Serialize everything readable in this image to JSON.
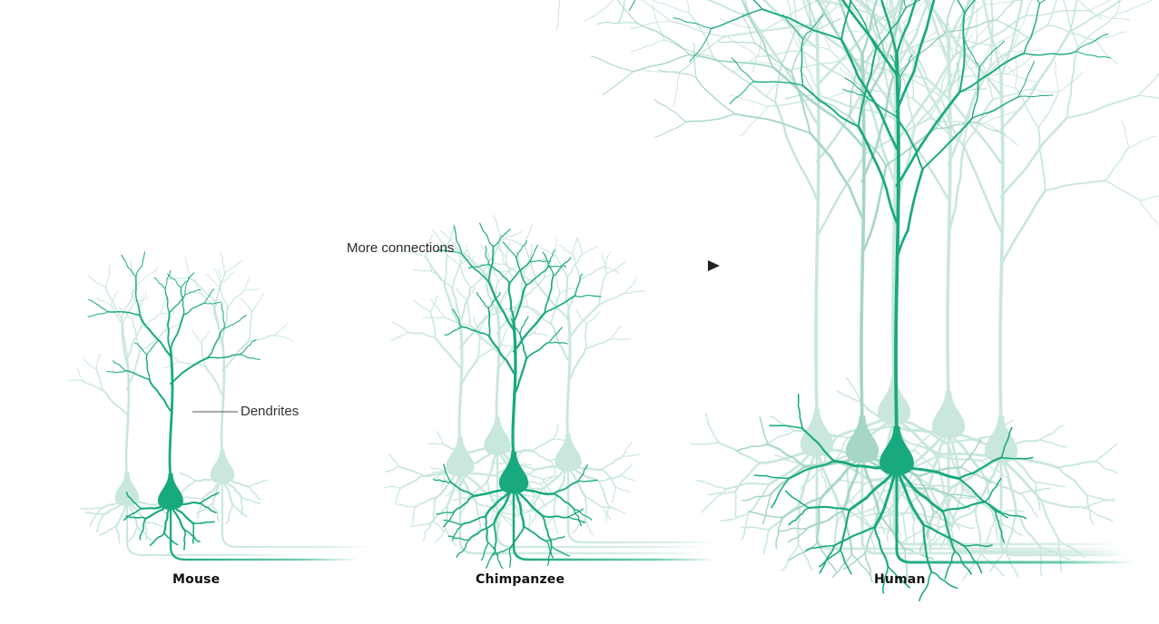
{
  "arrow": {
    "label": "More connections",
    "color": "#222222"
  },
  "annotation": {
    "dendrites_label": "Dendrites"
  },
  "colors": {
    "primary_neuron": "#19a97f",
    "background_neuron": "#c9e7dc",
    "mid_neuron": "#a6d6c4"
  },
  "panels": [
    {
      "name": "mouse",
      "label": "Mouse",
      "neuron_count": 3
    },
    {
      "name": "chimpanzee",
      "label": "Chimpanzee",
      "neuron_count": 4
    },
    {
      "name": "human",
      "label": "Human",
      "neuron_count": 6
    }
  ]
}
